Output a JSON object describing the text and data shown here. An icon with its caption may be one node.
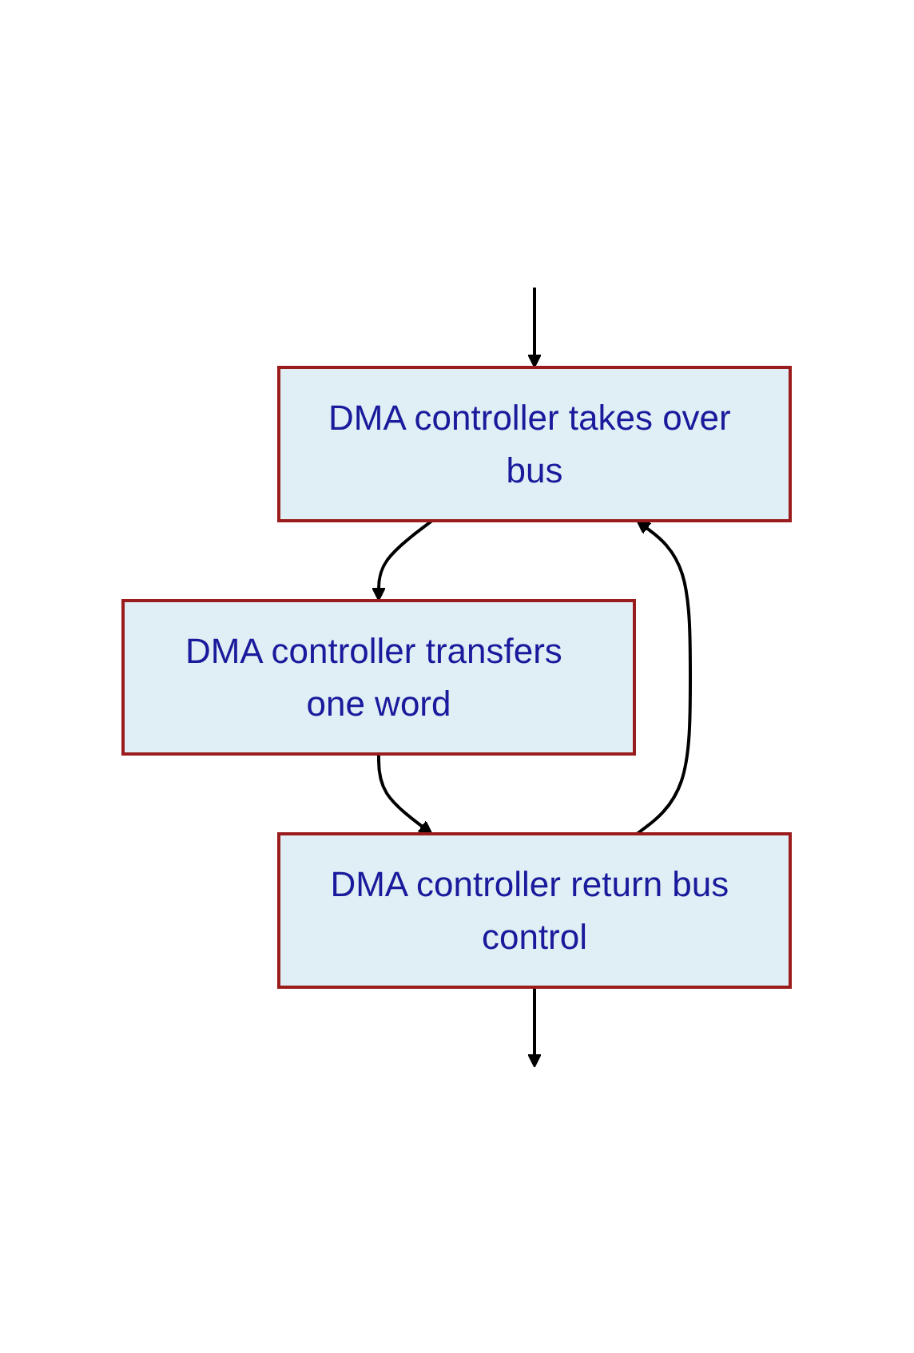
{
  "diagram": {
    "nodes": [
      {
        "text": [
          "DMA controller takes over bus"
        ]
      },
      {
        "text": [
          "DMA controller transfers one word"
        ]
      },
      {
        "text": [
          "DMA controller return bus control"
        ]
      }
    ],
    "edges": [
      {
        "from": null,
        "to": 0,
        "arrow": "to"
      },
      {
        "from": 0,
        "to": 1,
        "arrow": "to"
      },
      {
        "from": 1,
        "to": 2,
        "arrow": "to"
      },
      {
        "from": 2,
        "to": null,
        "arrow": "to"
      },
      {
        "from": 2,
        "to": 0,
        "arrow": "to"
      }
    ]
  }
}
